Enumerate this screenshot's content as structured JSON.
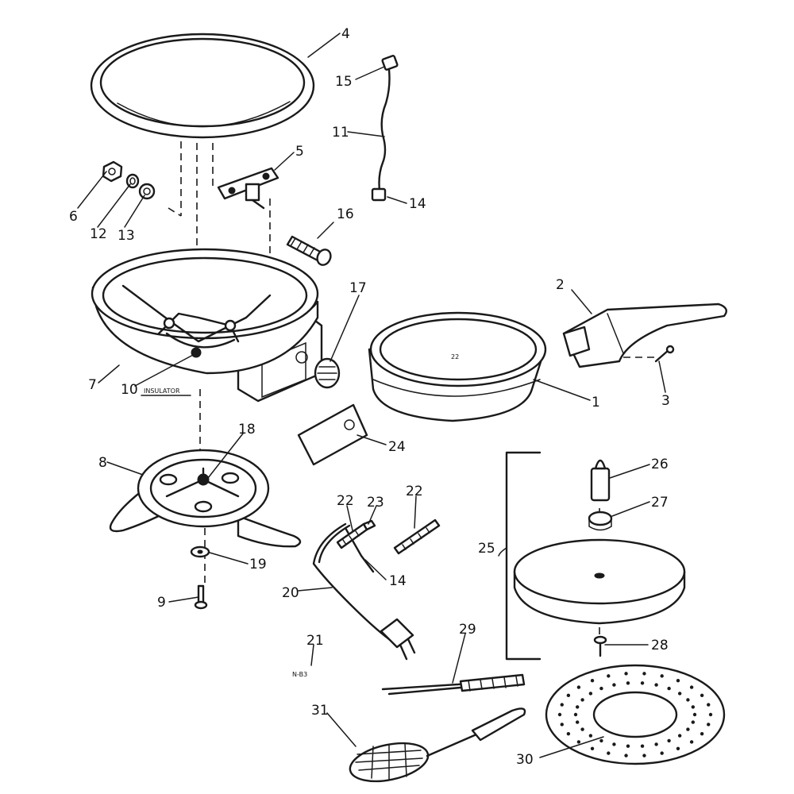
{
  "callouts": {
    "c1": "1",
    "c2": "2",
    "c3": "3",
    "c4": "4",
    "c5": "5",
    "c6": "6",
    "c7": "7",
    "c8": "8",
    "c9": "9",
    "c10": "10",
    "c11": "11",
    "c12": "12",
    "c13": "13",
    "c14a": "14",
    "c14b": "14",
    "c15": "15",
    "c16": "16",
    "c17": "17",
    "c18": "18",
    "c19": "19",
    "c20": "20",
    "c21": "21",
    "c22a": "22",
    "c22b": "22",
    "c23": "23",
    "c24": "24",
    "c25": "25",
    "c26": "26",
    "c27": "27",
    "c28": "28",
    "c29": "29",
    "c30": "30",
    "c31": "31"
  },
  "insulator_label": "INSULATOR",
  "pan_stamp": "22",
  "part21_marking": "N-B3"
}
